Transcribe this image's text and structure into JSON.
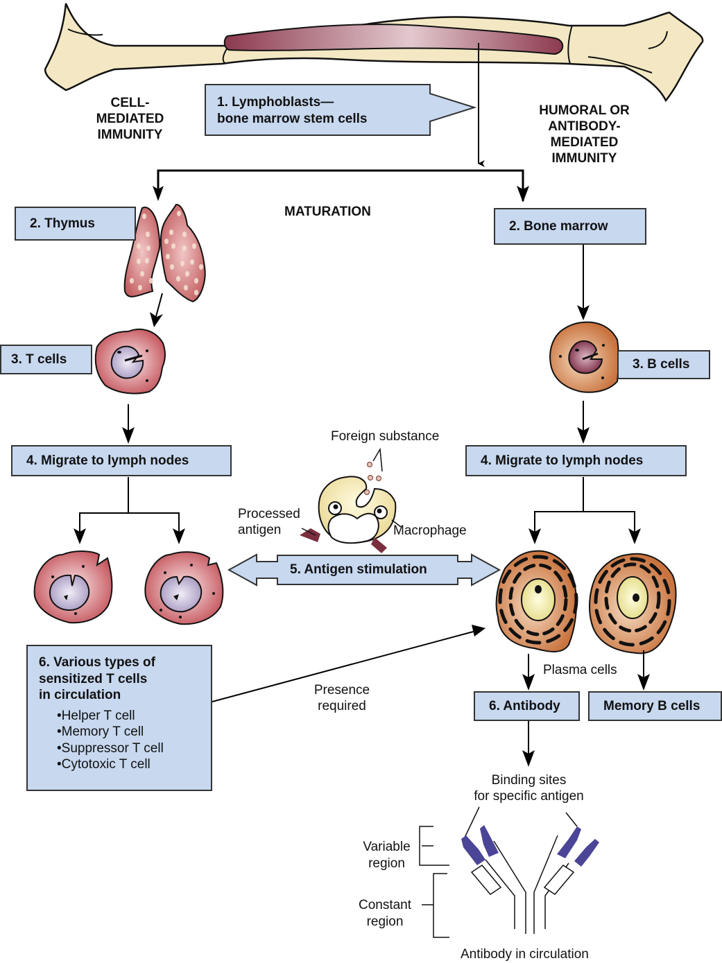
{
  "headings": {
    "cell_mediated": "CELL-\nMEDIATED\nIMMUNITY",
    "humoral": "HUMORAL OR\nANTIBODY-\nMEDIATED\nIMMUNITY",
    "maturation": "MATURATION"
  },
  "steps": {
    "lymphoblasts": "1.  Lymphoblasts—\nbone marrow stem cells",
    "thymus": "2.  Thymus",
    "bone_marrow": "2.  Bone marrow",
    "t_cells": "3.  T cells",
    "b_cells": "3.  B cells",
    "migrate_left": "4.  Migrate to lymph nodes",
    "migrate_right": "4.  Migrate to lymph nodes",
    "antigen_stimulation": "5. Antigen stimulation",
    "sensitized_title": "6.  Various types of\nsensitized T cells\nin circulation",
    "t_cell_types": [
      "Helper T cell",
      "Memory T cell",
      "Suppressor T cell",
      "Cytotoxic T cell"
    ],
    "antibody": "6.  Antibody",
    "memory_b": "Memory B cells"
  },
  "labels": {
    "foreign_substance": "Foreign substance",
    "processed_antigen": "Processed\nantigen",
    "macrophage": "Macrophage",
    "presence_required": "Presence\nrequired",
    "plasma_cells": "Plasma cells",
    "binding_sites": "Binding sites\nfor specific antigen",
    "variable_region": "Variable\nregion",
    "constant_region": "Constant\nregion",
    "antibody_circulation": "Antibody in circulation"
  },
  "colors": {
    "box_fill": "#c7d8ef",
    "bone": "#f3e8c3",
    "marrow": "#8c3a4e",
    "t_cell": "#d88a8f",
    "b_cell": "#d6935c",
    "antibody_variable": "#4a4596"
  }
}
